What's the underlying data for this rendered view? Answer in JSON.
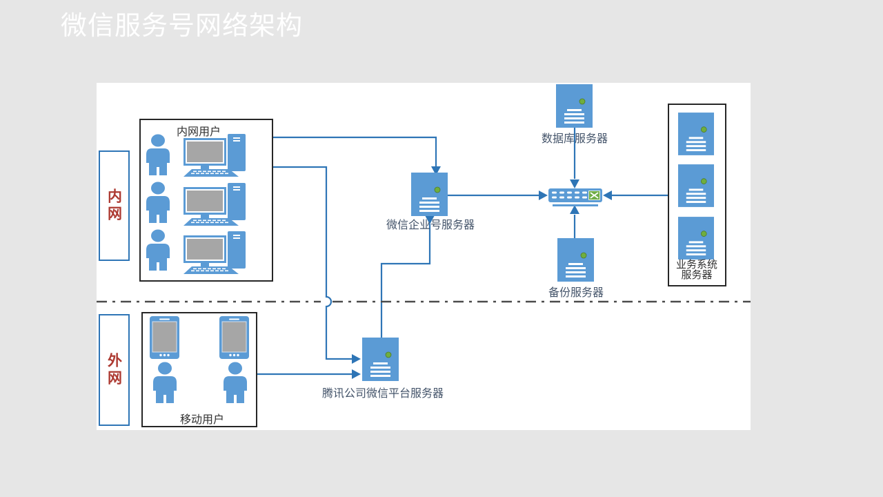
{
  "title": "微信服务号网络架构",
  "zones": {
    "intranet": {
      "label": "内网"
    },
    "extranet": {
      "label": "外网"
    }
  },
  "groups": {
    "intranet_users": {
      "label": "内网用户",
      "user_count": 3
    },
    "mobile_users": {
      "label": "移动用户",
      "user_count": 2
    },
    "business_servers": {
      "label_line1": "业务系统",
      "label_line2": "服务器",
      "server_count": 3
    }
  },
  "servers": {
    "wechat_enterprise": {
      "label": "微信企业号服务器"
    },
    "database": {
      "label": "数据库服务器"
    },
    "backup": {
      "label": "备份服务器"
    },
    "tencent_platform": {
      "label": "腾讯公司微信平台服务器"
    }
  },
  "icons": {
    "person": "person-icon",
    "desktop": "desktop-computer-icon",
    "tablet": "tablet-icon",
    "server": "server-icon",
    "switch": "network-switch-icon"
  },
  "colors": {
    "background": "#e6e6e6",
    "canvas": "#ffffff",
    "icon_blue": "#5b9bd5",
    "connector_blue": "#2e75b6",
    "screen_gray": "#a6a6a6",
    "status_green": "#70ad47",
    "zone_text_red": "#ad3a32",
    "zone_border": "#2e75b6",
    "group_border": "#262626",
    "label_text": "#44546a",
    "divider_gray": "#4a4a4a",
    "title_text": "#ffffff"
  }
}
